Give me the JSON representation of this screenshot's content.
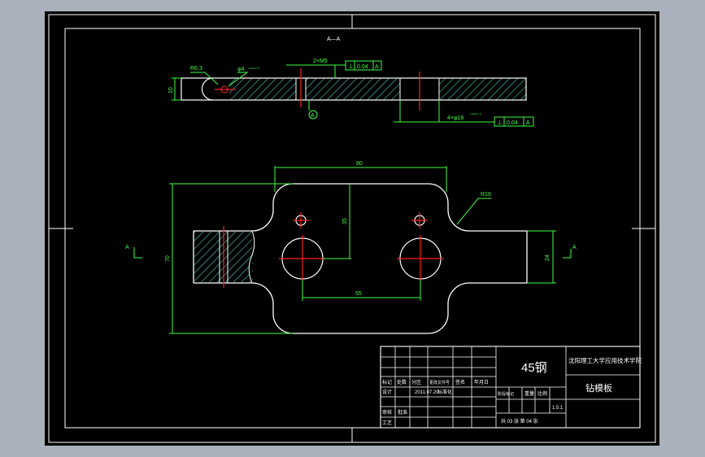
{
  "section": {
    "title": "A—A",
    "thickness_dim": "10",
    "radius_label": "R6.3",
    "small_hole_label": "φ4",
    "small_hole_tol": "+0.012 / 0",
    "pin_label": "2×M5",
    "datum_label": "A",
    "hole_label": "4×φ18",
    "hole_tol": "+0.021 / 0",
    "fcf_top": {
      "symbol": "⊥",
      "value": "0.04",
      "datum": "A"
    },
    "fcf_bottom": {
      "symbol": "⊥",
      "value": "0.04",
      "datum": "A"
    }
  },
  "plan": {
    "dim_width": "80",
    "dim_height": "70",
    "dim_hole_y": "35",
    "dim_hole_x": "55",
    "dim_tab": "24",
    "radius": "R10",
    "section_mark_left": "A",
    "section_mark_right": "A"
  },
  "title_block": {
    "material": "45钢",
    "school": "沈阳理工大学应用技术学院",
    "part_name": "钻模板",
    "scale": "1.5:1",
    "row_labels": [
      "标记",
      "处数",
      "分区",
      "更改文件号",
      "签名",
      "年月日"
    ],
    "designer_row": [
      "设计",
      "",
      "2011.07.20",
      "标准化"
    ],
    "check_labels": [
      "审核",
      "",
      "工艺",
      "批准"
    ],
    "stage_labels": [
      "阶段标记",
      "重量",
      "比例"
    ],
    "sheet_label": "共 03 张 第 04 张"
  },
  "colors": {
    "background": "#000000",
    "outline": "#ffffff",
    "dimension": "#40ff40",
    "centerline": "#ff2020",
    "hatch": "#3dd0c0"
  }
}
